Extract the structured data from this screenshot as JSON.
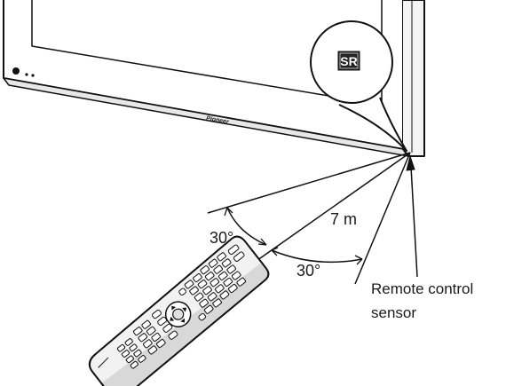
{
  "sensor_badge": "SR",
  "brand_mark": "Pioneer",
  "angle_upper": "30°",
  "angle_lower": "30°",
  "distance": "7 m",
  "sensor_label": {
    "line1": "Remote control",
    "line2": "sensor"
  }
}
